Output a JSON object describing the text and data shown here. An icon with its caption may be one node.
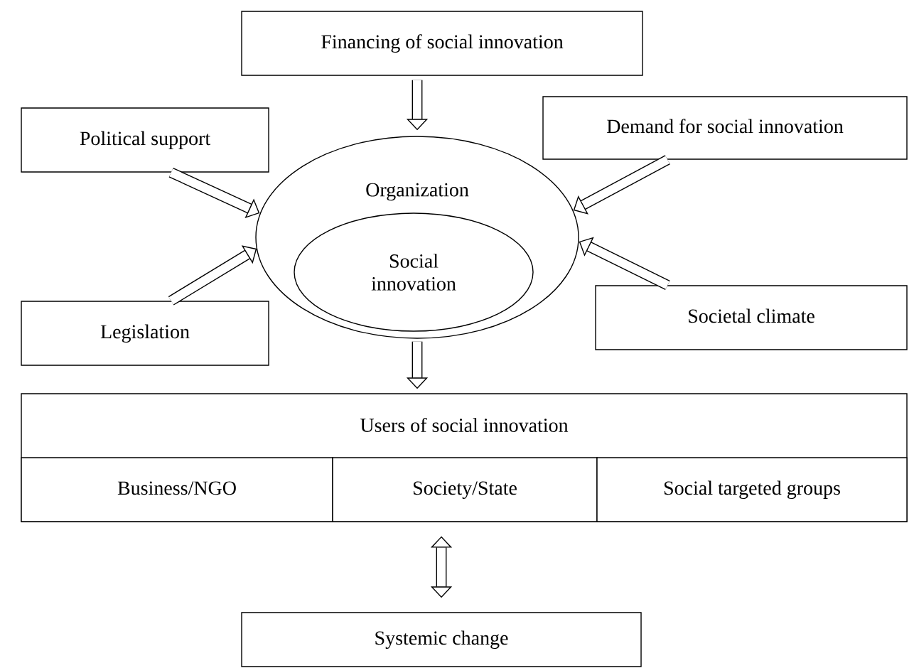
{
  "diagram": {
    "nodes": [
      {
        "text": [
          "Financing of social innovation"
        ]
      },
      {
        "text": [
          "Political support"
        ]
      },
      {
        "text": [
          "Demand for social innovation"
        ]
      },
      {
        "text": [
          "Organization"
        ]
      },
      {
        "text": [
          "Social innovation"
        ],
        "in": 3
      },
      {
        "text": [
          "Legislation"
        ]
      },
      {
        "text": [
          "Societal climate"
        ]
      },
      {
        "text": [
          "Users of social innovation"
        ]
      },
      {
        "text": [
          "Business/NGO"
        ],
        "in": 7
      },
      {
        "text": [
          "Society/State"
        ],
        "in": 7
      },
      {
        "text": [
          "Social targeted groups"
        ],
        "in": 7
      },
      {
        "text": [
          "Systemic change"
        ]
      }
    ],
    "edges": [
      {
        "from": 0,
        "to": 3,
        "arrow": "to"
      },
      {
        "from": 1,
        "to": 3,
        "arrow": "to"
      },
      {
        "from": 5,
        "to": 3,
        "arrow": "to"
      },
      {
        "from": 2,
        "to": 3,
        "arrow": "to"
      },
      {
        "from": 6,
        "to": 3,
        "arrow": "to"
      },
      {
        "from": 3,
        "to": 7,
        "arrow": "to"
      },
      {
        "from": 7,
        "to": 11,
        "arrow": "both"
      }
    ]
  }
}
